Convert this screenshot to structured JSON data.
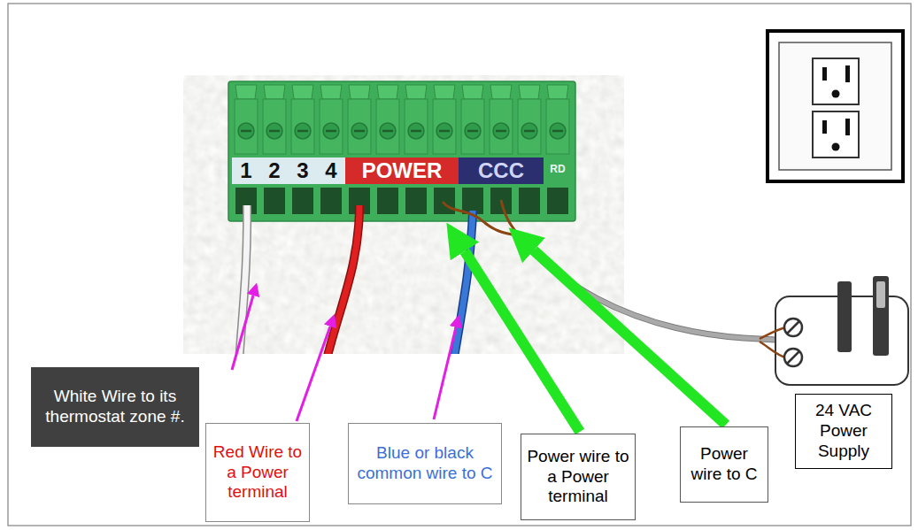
{
  "diagram": {
    "nodes": [
      {
        "text": [
          "White Wire to its thermostat zone #."
        ]
      },
      {
        "text": [
          "Red Wire to a Power terminal"
        ]
      },
      {
        "text": [
          "Blue or black common wire to C"
        ]
      },
      {
        "text": [
          "Power wire to a Power terminal"
        ]
      },
      {
        "text": [
          "Power wire to C"
        ]
      },
      {
        "text": [
          "24 VAC Power Supply"
        ]
      }
    ],
    "labels": [
      "1",
      "2",
      "3",
      "4",
      "POWER",
      "CCC",
      "RD"
    ]
  }
}
